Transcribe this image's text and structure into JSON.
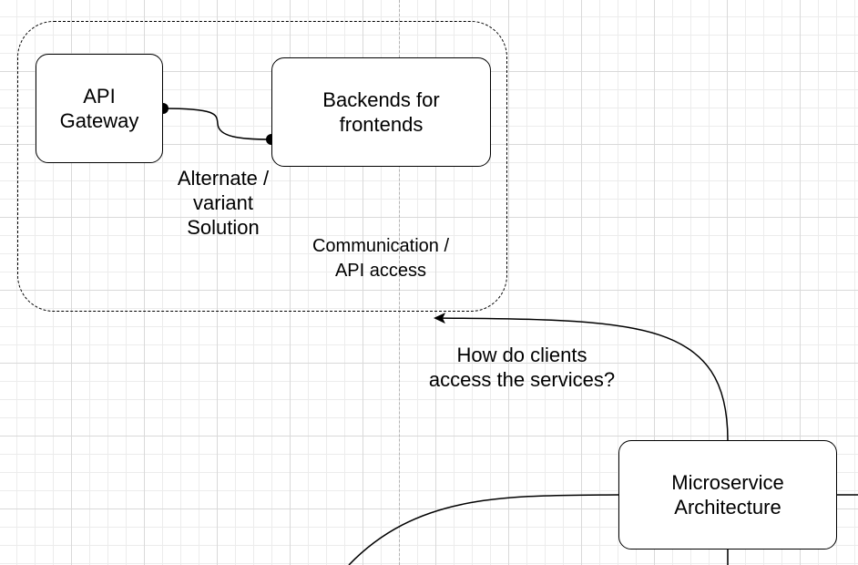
{
  "diagram": {
    "nodes": {
      "api_gateway": "API\nGateway",
      "backends_for_frontends": "Backends for\nfrontends",
      "microservice_architecture": "Microservice\nArchitecture"
    },
    "group": {
      "label": "Communication /\nAPI access"
    },
    "edges": {
      "alternate_label": "Alternate /\nvariant\nSolution",
      "question_label": "How  do clients\naccess the services?"
    },
    "colors": {
      "stroke": "#000000",
      "grid": "#d9d9d9",
      "background": "#ffffff"
    }
  }
}
